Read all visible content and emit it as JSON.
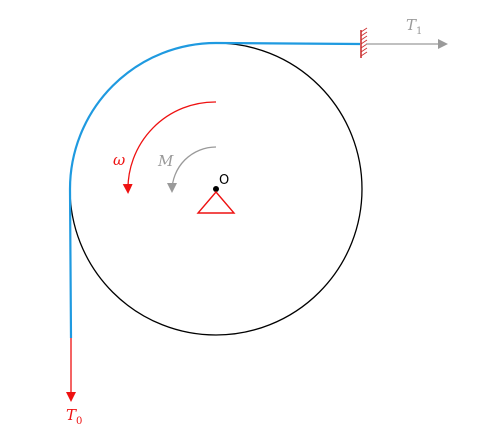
{
  "labels": {
    "center": "O",
    "omega": "ω",
    "moment": "M",
    "tension_out_main": "T",
    "tension_out_sub": "1",
    "tension_in_main": "T",
    "tension_in_sub": "0"
  },
  "colors": {
    "disk": "#000000",
    "belt": "#1f9ae0",
    "red": "#ee1111",
    "gray": "#9a9a9a",
    "hatch": "#cc3333"
  }
}
